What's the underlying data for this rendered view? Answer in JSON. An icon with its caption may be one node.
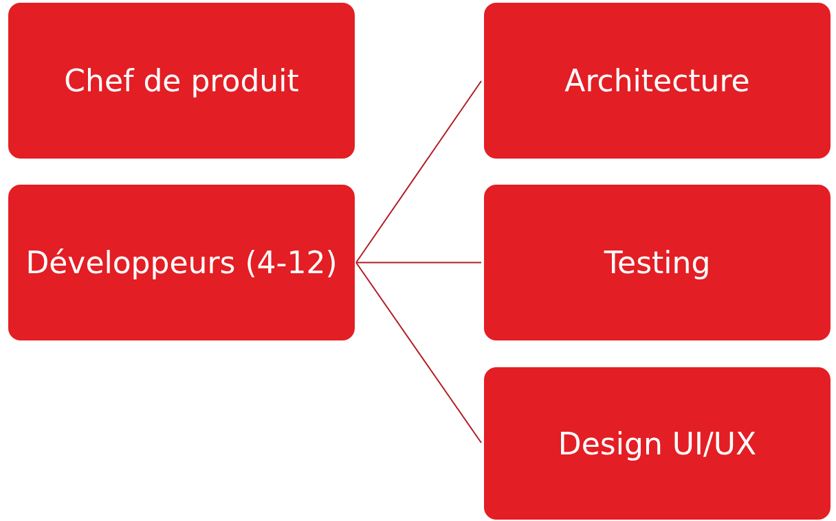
{
  "diagram": {
    "nodes": [
      {
        "text": [
          "Chef de produit"
        ]
      },
      {
        "text": [
          "Développeurs (4-12)"
        ]
      },
      {
        "text": [
          "Architecture"
        ]
      },
      {
        "text": [
          "Testing"
        ]
      },
      {
        "text": [
          "Design UI/UX"
        ]
      }
    ],
    "edges": [
      {
        "from": 1,
        "to": 2,
        "arrow": "none"
      },
      {
        "from": 1,
        "to": 3,
        "arrow": "none"
      },
      {
        "from": 1,
        "to": 4,
        "arrow": "none"
      }
    ]
  }
}
